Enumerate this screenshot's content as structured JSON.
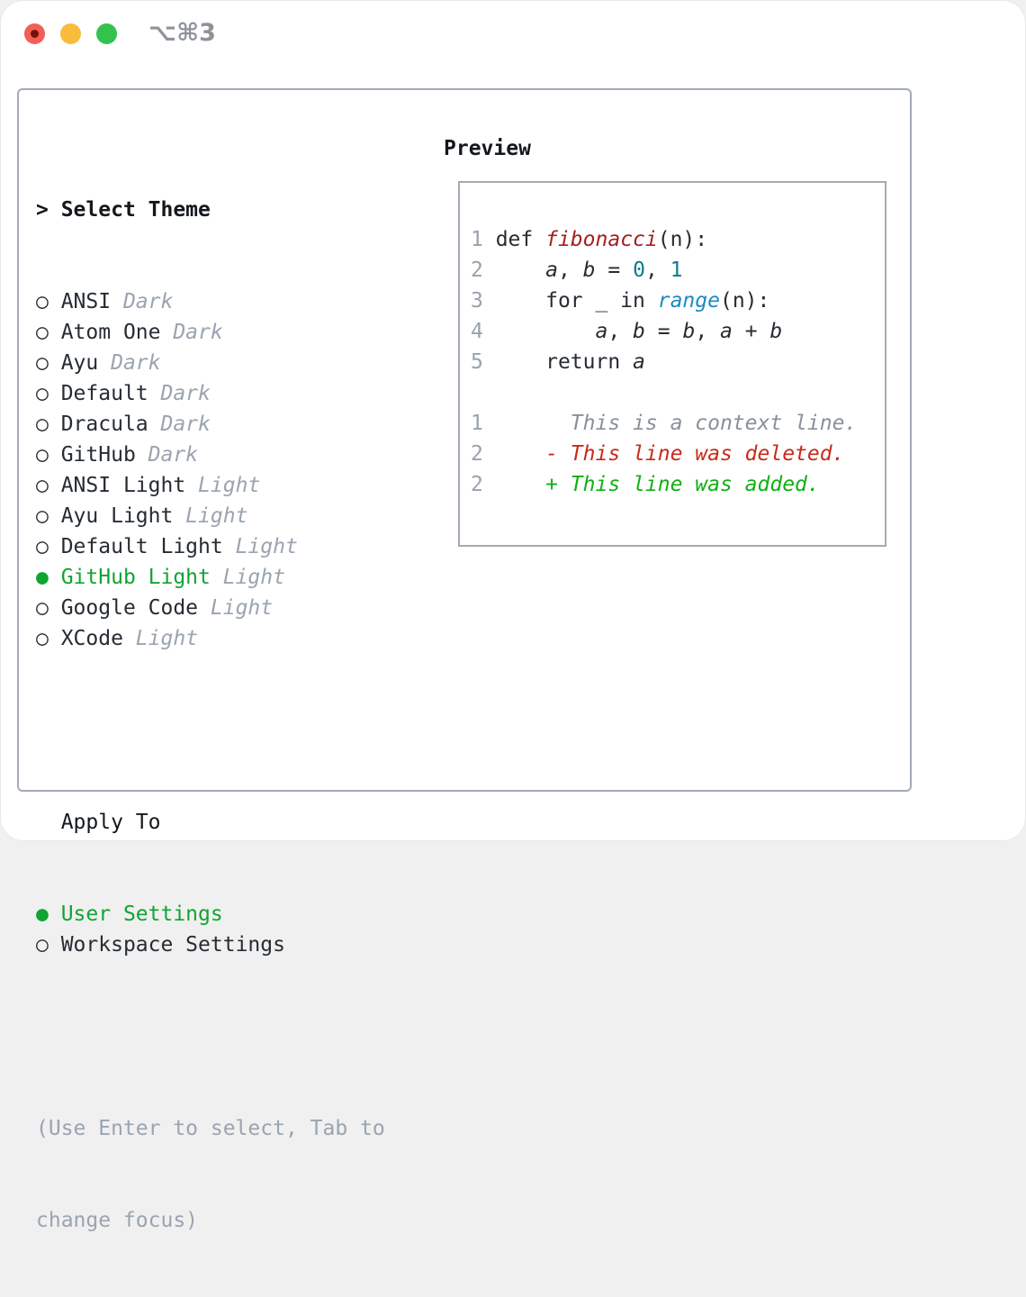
{
  "window": {
    "title": "⌥⌘3"
  },
  "theme_panel": {
    "header_pointer": ">",
    "header_label": "Select Theme",
    "bullet_selected": "●",
    "bullet_unselected": "○",
    "themes": [
      {
        "name": "ANSI",
        "tag": "Dark",
        "selected": false
      },
      {
        "name": "Atom One",
        "tag": "Dark",
        "selected": false
      },
      {
        "name": "Ayu",
        "tag": "Dark",
        "selected": false
      },
      {
        "name": "Default",
        "tag": "Dark",
        "selected": false
      },
      {
        "name": "Dracula",
        "tag": "Dark",
        "selected": false
      },
      {
        "name": "GitHub",
        "tag": "Dark",
        "selected": false
      },
      {
        "name": "ANSI Light",
        "tag": "Light",
        "selected": false
      },
      {
        "name": "Ayu Light",
        "tag": "Light",
        "selected": false
      },
      {
        "name": "Default Light",
        "tag": "Light",
        "selected": false
      },
      {
        "name": "GitHub Light",
        "tag": "Light",
        "selected": true
      },
      {
        "name": "Google Code",
        "tag": "Light",
        "selected": false
      },
      {
        "name": "XCode",
        "tag": "Light",
        "selected": false
      }
    ],
    "apply_to_label": "Apply To",
    "apply_options": [
      {
        "name": "User Settings",
        "selected": true
      },
      {
        "name": "Workspace Settings",
        "selected": false
      }
    ],
    "hint_lines": [
      "(Use Enter to select, Tab to",
      "change focus)"
    ]
  },
  "preview": {
    "label": "Preview",
    "code_lines": [
      {
        "num": "1",
        "segments": [
          {
            "t": " def ",
            "c": "code"
          },
          {
            "t": "fibonacci",
            "c": "func",
            "i": true
          },
          {
            "t": "(n):",
            "c": "code"
          }
        ]
      },
      {
        "num": "2",
        "segments": [
          {
            "t": "     ",
            "c": "code"
          },
          {
            "t": "a",
            "c": "var",
            "i": true
          },
          {
            "t": ", ",
            "c": "code"
          },
          {
            "t": "b",
            "c": "var",
            "i": true
          },
          {
            "t": " = ",
            "c": "code"
          },
          {
            "t": "0",
            "c": "number"
          },
          {
            "t": ", ",
            "c": "code"
          },
          {
            "t": "1",
            "c": "number"
          }
        ]
      },
      {
        "num": "3",
        "segments": [
          {
            "t": "     for _ in ",
            "c": "code"
          },
          {
            "t": "range",
            "c": "builtin",
            "i": true
          },
          {
            "t": "(n):",
            "c": "code"
          }
        ]
      },
      {
        "num": "4",
        "segments": [
          {
            "t": "         ",
            "c": "code"
          },
          {
            "t": "a",
            "c": "var",
            "i": true
          },
          {
            "t": ", ",
            "c": "code"
          },
          {
            "t": "b",
            "c": "var",
            "i": true
          },
          {
            "t": " = ",
            "c": "code"
          },
          {
            "t": "b",
            "c": "var",
            "i": true
          },
          {
            "t": ", ",
            "c": "code"
          },
          {
            "t": "a",
            "c": "var",
            "i": true
          },
          {
            "t": " + ",
            "c": "code"
          },
          {
            "t": "b",
            "c": "var",
            "i": true
          }
        ]
      },
      {
        "num": "5",
        "segments": [
          {
            "t": "     return ",
            "c": "code"
          },
          {
            "t": "a",
            "c": "var",
            "i": true
          }
        ]
      },
      {
        "num": "",
        "segments": []
      },
      {
        "num": "1",
        "segments": [
          {
            "t": "       This is a context line.",
            "c": "context",
            "i": true
          }
        ]
      },
      {
        "num": "2",
        "segments": [
          {
            "t": "     ",
            "c": "code"
          },
          {
            "t": "- This line was deleted.",
            "c": "deleted",
            "i": true
          }
        ]
      },
      {
        "num": "2",
        "segments": [
          {
            "t": "     ",
            "c": "code"
          },
          {
            "t": "+ This line was added.",
            "c": "added",
            "i": true
          }
        ]
      }
    ]
  },
  "colors": {
    "accent_green": "#10a433",
    "text": "#262c33",
    "dim_gray": "#9aa4b0",
    "border_gray": "#a3abb5",
    "function_red": "#a32020",
    "number_teal": "#0b7d84",
    "builtin_blue": "#1b8ac2",
    "diff_deleted_red": "#c92a1a",
    "diff_added_green": "#0fb013",
    "line_number_gray": "#98a2ae",
    "traffic_close": "#f35e57",
    "traffic_minimize": "#f8bb3b",
    "traffic_zoom": "#33c24e"
  }
}
